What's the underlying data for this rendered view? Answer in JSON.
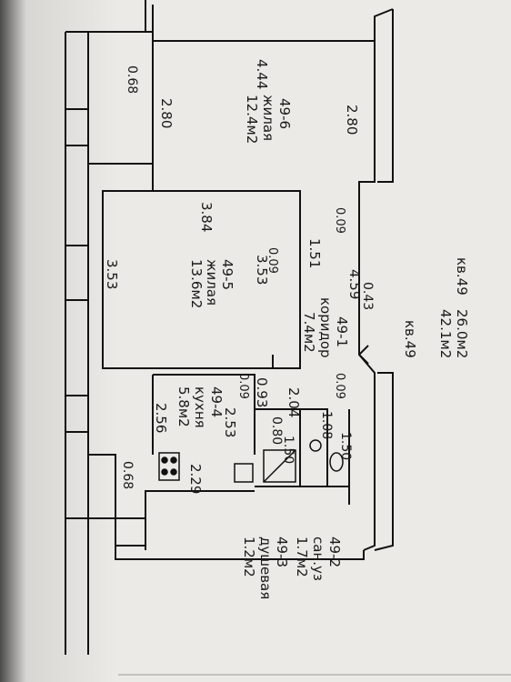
{
  "plan": {
    "apartment": {
      "number": "кв.49",
      "area_living": "26.0м2",
      "area_total": "42.1м2"
    },
    "entry_label": "кв.49",
    "rooms": [
      {
        "code": "49-6",
        "type": "жилая",
        "area": "12.4м2"
      },
      {
        "code": "49-5",
        "type": "жилая",
        "area": "13.6м2"
      },
      {
        "code": "49-1",
        "type": "коридор",
        "area": "7.4м2"
      },
      {
        "code": "49-4",
        "type": "кухня",
        "area": "5.8м2"
      },
      {
        "code": "49-2",
        "type": "сан.уз",
        "area": "1.7м2"
      },
      {
        "code": "49-3",
        "type": "душевая",
        "area": "1.2м2"
      }
    ],
    "dimensions": [
      "0.68",
      "4.44",
      "2.80",
      "2.80",
      "3.84",
      "0.09",
      "1.51",
      "0.09",
      "3.53",
      "3.53",
      "4.59",
      "0.43",
      "0.09",
      "0.93",
      "2.04",
      "0.09",
      "2.53",
      "0.80",
      "1.08",
      "1.50",
      "1.50",
      "2.56",
      "2.29",
      "0.68"
    ]
  }
}
